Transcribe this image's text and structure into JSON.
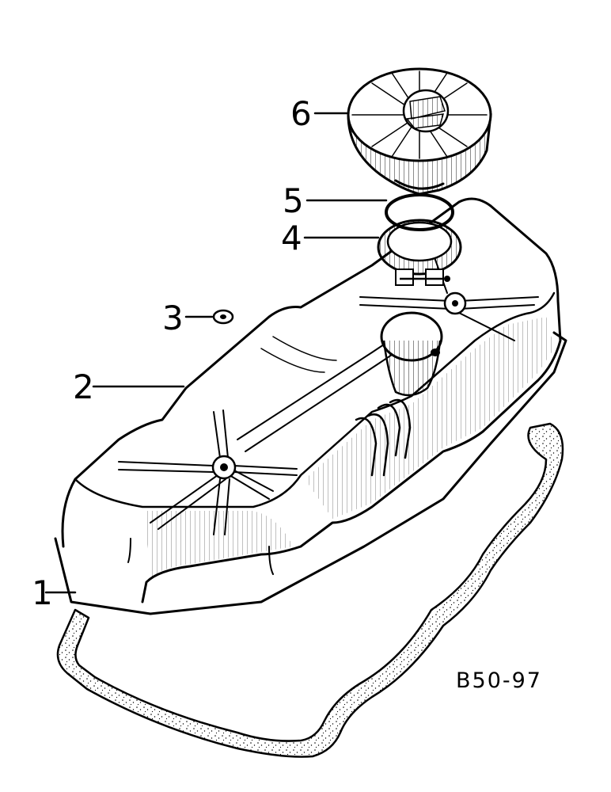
{
  "diagram": {
    "callouts": [
      {
        "id": "gasket",
        "label": "1"
      },
      {
        "id": "rocker-cover",
        "label": "2"
      },
      {
        "id": "washer",
        "label": "3"
      },
      {
        "id": "clamp-ring",
        "label": "4"
      },
      {
        "id": "o-ring",
        "label": "5"
      },
      {
        "id": "filler-cap",
        "label": "6"
      }
    ],
    "figure_code": "B50-97"
  }
}
